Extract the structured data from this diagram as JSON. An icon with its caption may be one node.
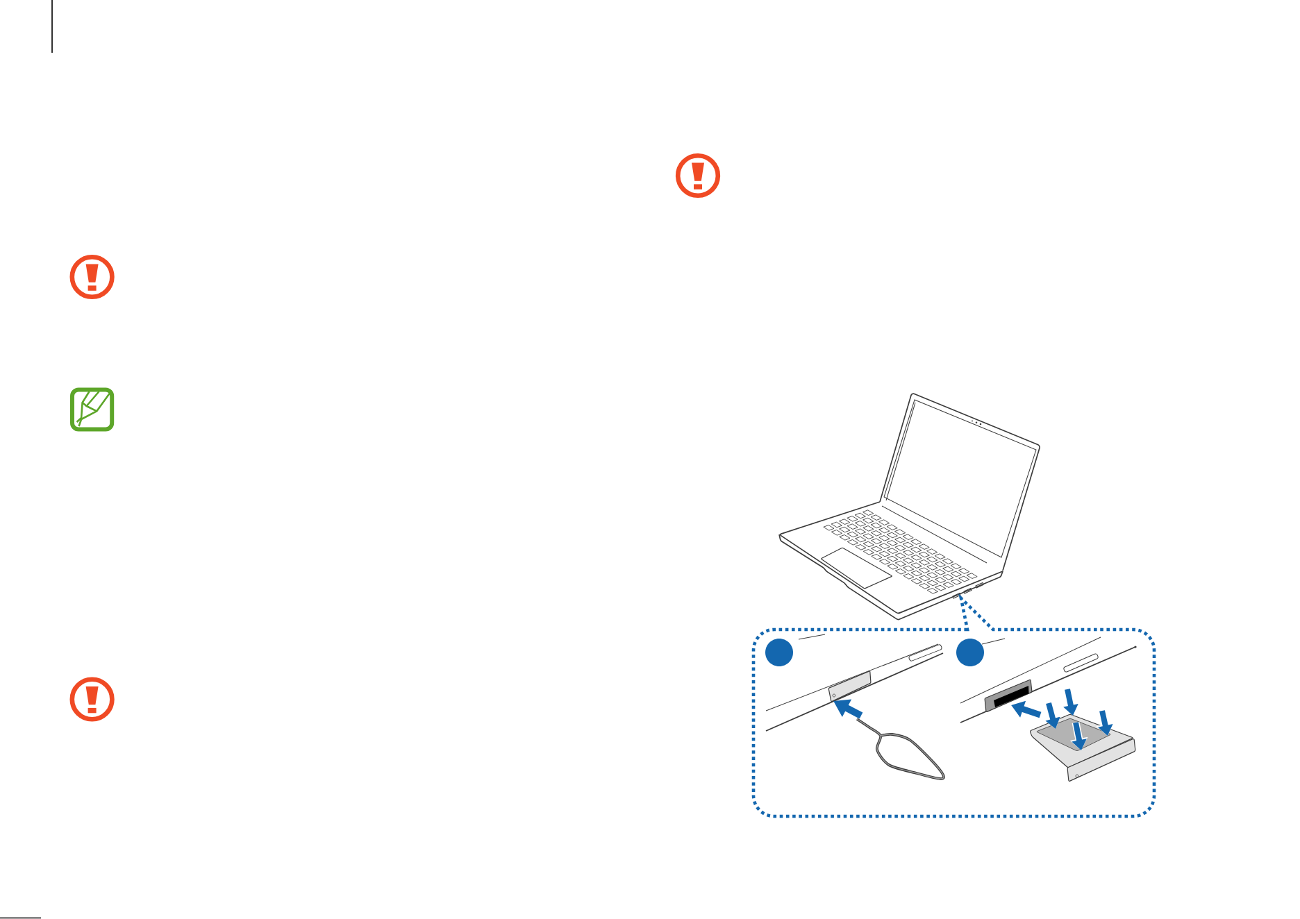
{
  "diagram": {
    "nodes": [
      {
        "text": [],
        "shape": "box"
      },
      {
        "text": [],
        "shape": "circle",
        "in": 0
      },
      {
        "text": [],
        "shape": "circle",
        "in": 0
      }
    ]
  }
}
